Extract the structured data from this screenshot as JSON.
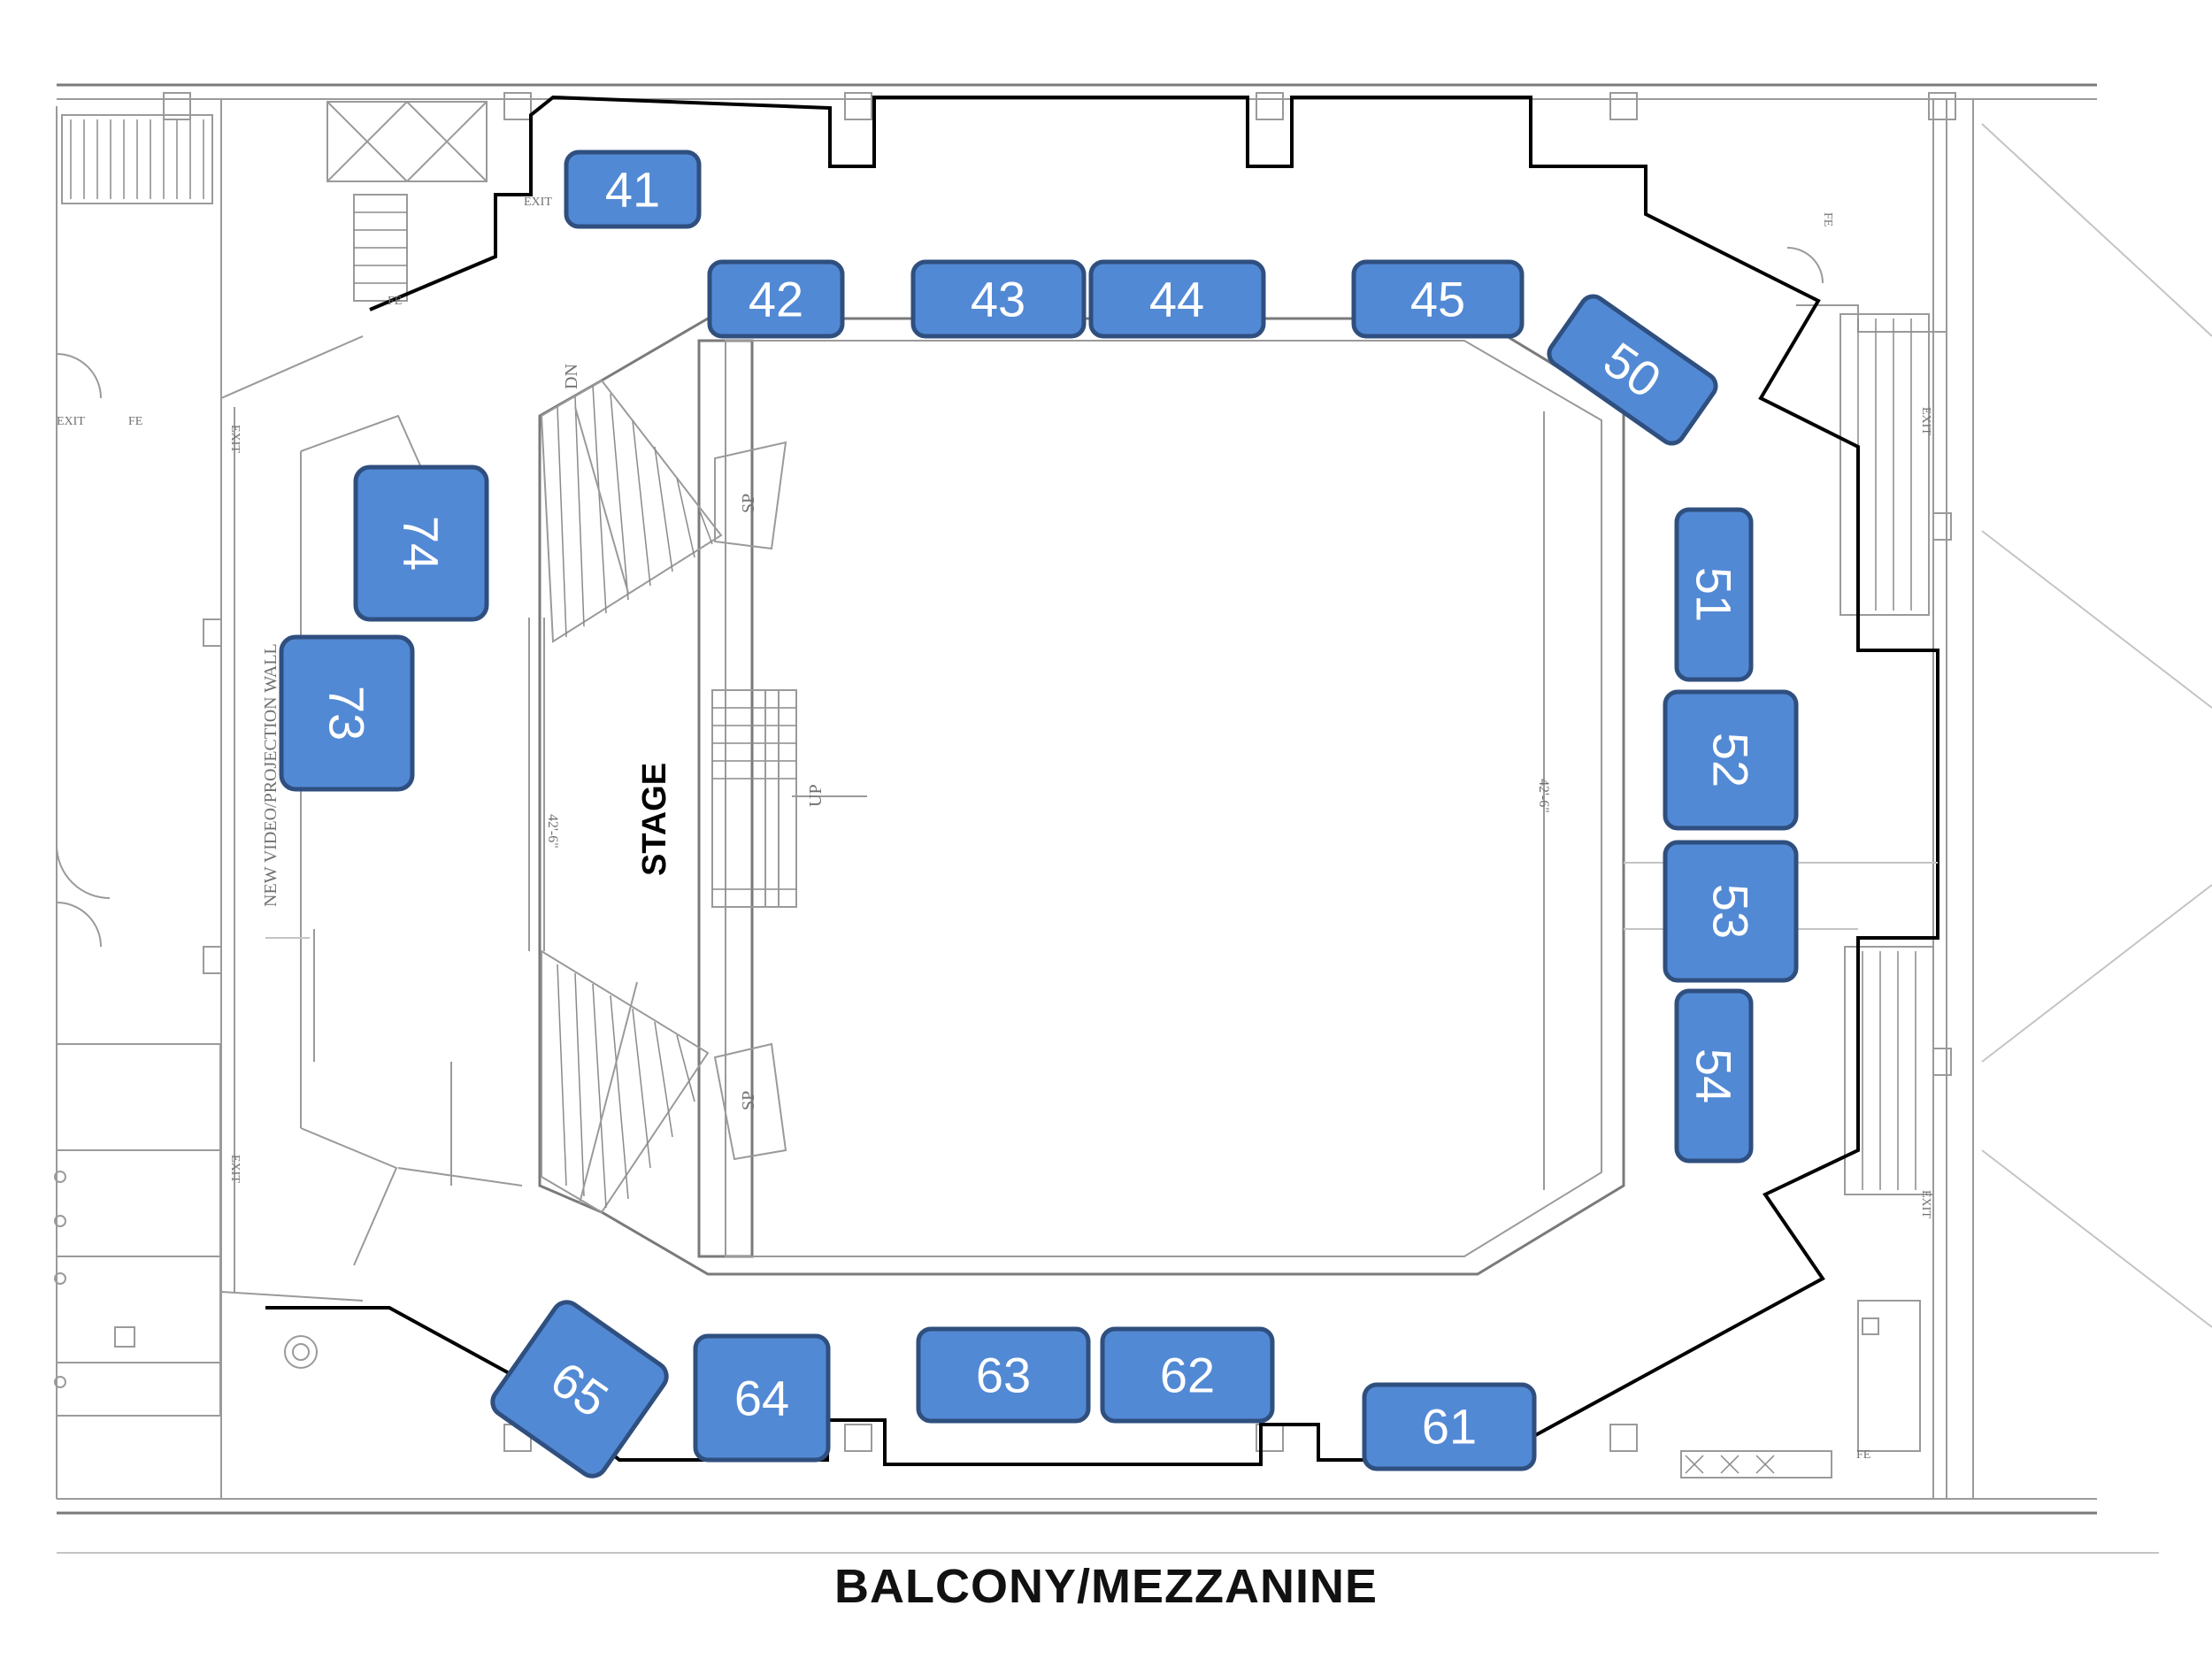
{
  "title": "BALCONY/MEZZANINE",
  "stage_label": "STAGE",
  "plan_labels": {
    "video_wall": "NEW VIDEO/PROJECTION WALL",
    "exit": "EXIT",
    "fire_extinguisher": "FE",
    "speaker": "SP",
    "down": "DN",
    "up": "UP",
    "dim_left": "42'-6\"",
    "dim_right": "42'-6\""
  },
  "booths": [
    {
      "id": "41",
      "label": "41"
    },
    {
      "id": "42",
      "label": "42"
    },
    {
      "id": "43",
      "label": "43"
    },
    {
      "id": "44",
      "label": "44"
    },
    {
      "id": "45",
      "label": "45"
    },
    {
      "id": "50",
      "label": "50"
    },
    {
      "id": "51",
      "label": "51"
    },
    {
      "id": "52",
      "label": "52"
    },
    {
      "id": "53",
      "label": "53"
    },
    {
      "id": "54",
      "label": "54"
    },
    {
      "id": "61",
      "label": "61"
    },
    {
      "id": "62",
      "label": "62"
    },
    {
      "id": "63",
      "label": "63"
    },
    {
      "id": "64",
      "label": "64"
    },
    {
      "id": "65",
      "label": "65"
    },
    {
      "id": "73",
      "label": "73"
    },
    {
      "id": "74",
      "label": "74"
    }
  ],
  "colors": {
    "booth_fill": "#5289d4",
    "booth_border": "#2f4f7f",
    "booth_text": "#ffffff",
    "outline": "#000000"
  }
}
